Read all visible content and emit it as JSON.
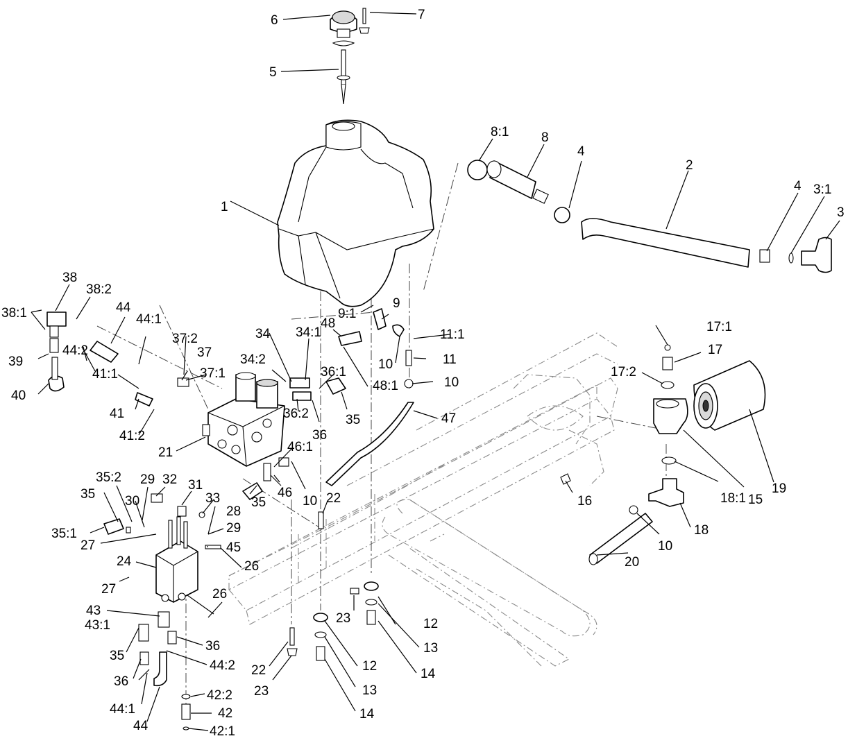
{
  "callouts": [
    {
      "id": "c6",
      "label": "6"
    },
    {
      "id": "c7",
      "label": "7"
    },
    {
      "id": "c5",
      "label": "5"
    },
    {
      "id": "c8-1",
      "label": "8:1"
    },
    {
      "id": "c8",
      "label": "8"
    },
    {
      "id": "c4a",
      "label": "4"
    },
    {
      "id": "c2",
      "label": "2"
    },
    {
      "id": "c4b",
      "label": "4"
    },
    {
      "id": "c3-1",
      "label": "3:1"
    },
    {
      "id": "c3",
      "label": "3"
    },
    {
      "id": "c1",
      "label": "1"
    },
    {
      "id": "c38",
      "label": "38"
    },
    {
      "id": "c38-2",
      "label": "38:2"
    },
    {
      "id": "c44a",
      "label": "44"
    },
    {
      "id": "c44-1a",
      "label": "44:1"
    },
    {
      "id": "c38-1",
      "label": "38:1"
    },
    {
      "id": "c39",
      "label": "39"
    },
    {
      "id": "c44-2a",
      "label": "44:2"
    },
    {
      "id": "c40",
      "label": "40"
    },
    {
      "id": "c41-1",
      "label": "41:1"
    },
    {
      "id": "c41",
      "label": "41"
    },
    {
      "id": "c41-2",
      "label": "41:2"
    },
    {
      "id": "c37-2",
      "label": "37:2"
    },
    {
      "id": "c37",
      "label": "37"
    },
    {
      "id": "c37-1",
      "label": "37:1"
    },
    {
      "id": "c34",
      "label": "34"
    },
    {
      "id": "c34-1",
      "label": "34:1"
    },
    {
      "id": "c48",
      "label": "48"
    },
    {
      "id": "c34-2",
      "label": "34:2"
    },
    {
      "id": "c36-1",
      "label": "36:1"
    },
    {
      "id": "c9-1",
      "label": "9:1"
    },
    {
      "id": "c9",
      "label": "9"
    },
    {
      "id": "c10a",
      "label": "10"
    },
    {
      "id": "c48-1",
      "label": "48:1"
    },
    {
      "id": "c11-1",
      "label": "11:1"
    },
    {
      "id": "c11",
      "label": "11"
    },
    {
      "id": "c10b",
      "label": "10"
    },
    {
      "id": "c36-2",
      "label": "36:2"
    },
    {
      "id": "c36a",
      "label": "36"
    },
    {
      "id": "c35a",
      "label": "35"
    },
    {
      "id": "c47",
      "label": "47"
    },
    {
      "id": "c21",
      "label": "21"
    },
    {
      "id": "c46-1",
      "label": "46:1"
    },
    {
      "id": "c35b",
      "label": "35"
    },
    {
      "id": "c46",
      "label": "46"
    },
    {
      "id": "c10c",
      "label": "10"
    },
    {
      "id": "c22a",
      "label": "22"
    },
    {
      "id": "c17-1",
      "label": "17:1"
    },
    {
      "id": "c17",
      "label": "17"
    },
    {
      "id": "c17-2",
      "label": "17:2"
    },
    {
      "id": "c19",
      "label": "19"
    },
    {
      "id": "c16",
      "label": "16"
    },
    {
      "id": "c18-1",
      "label": "18:1"
    },
    {
      "id": "c15",
      "label": "15"
    },
    {
      "id": "c18",
      "label": "18"
    },
    {
      "id": "c10d",
      "label": "10"
    },
    {
      "id": "c20",
      "label": "20"
    },
    {
      "id": "c35-2",
      "label": "35:2"
    },
    {
      "id": "c29a",
      "label": "29"
    },
    {
      "id": "c32",
      "label": "32"
    },
    {
      "id": "c31",
      "label": "31"
    },
    {
      "id": "c33",
      "label": "33"
    },
    {
      "id": "c35c",
      "label": "35"
    },
    {
      "id": "c30",
      "label": "30"
    },
    {
      "id": "c28",
      "label": "28"
    },
    {
      "id": "c35-1",
      "label": "35:1"
    },
    {
      "id": "c29b",
      "label": "29"
    },
    {
      "id": "c27a",
      "label": "27"
    },
    {
      "id": "c45",
      "label": "45"
    },
    {
      "id": "c24",
      "label": "24"
    },
    {
      "id": "c26a",
      "label": "26"
    },
    {
      "id": "c27b",
      "label": "27"
    },
    {
      "id": "c26b",
      "label": "26"
    },
    {
      "id": "c23a",
      "label": "23"
    },
    {
      "id": "c12a",
      "label": "12"
    },
    {
      "id": "c43",
      "label": "43"
    },
    {
      "id": "c43-1",
      "label": "43:1"
    },
    {
      "id": "c13a",
      "label": "13"
    },
    {
      "id": "c35d",
      "label": "35"
    },
    {
      "id": "c36b",
      "label": "36"
    },
    {
      "id": "c14a",
      "label": "14"
    },
    {
      "id": "c44-2b",
      "label": "44:2"
    },
    {
      "id": "c22b",
      "label": "22"
    },
    {
      "id": "c12b",
      "label": "12"
    },
    {
      "id": "c36c",
      "label": "36"
    },
    {
      "id": "c23b",
      "label": "23"
    },
    {
      "id": "c13b",
      "label": "13"
    },
    {
      "id": "c44-1b",
      "label": "44:1"
    },
    {
      "id": "c42-2",
      "label": "42:2"
    },
    {
      "id": "c14b",
      "label": "14"
    },
    {
      "id": "c44b",
      "label": "44"
    },
    {
      "id": "c42",
      "label": "42"
    },
    {
      "id": "c42-1",
      "label": "42:1"
    }
  ]
}
